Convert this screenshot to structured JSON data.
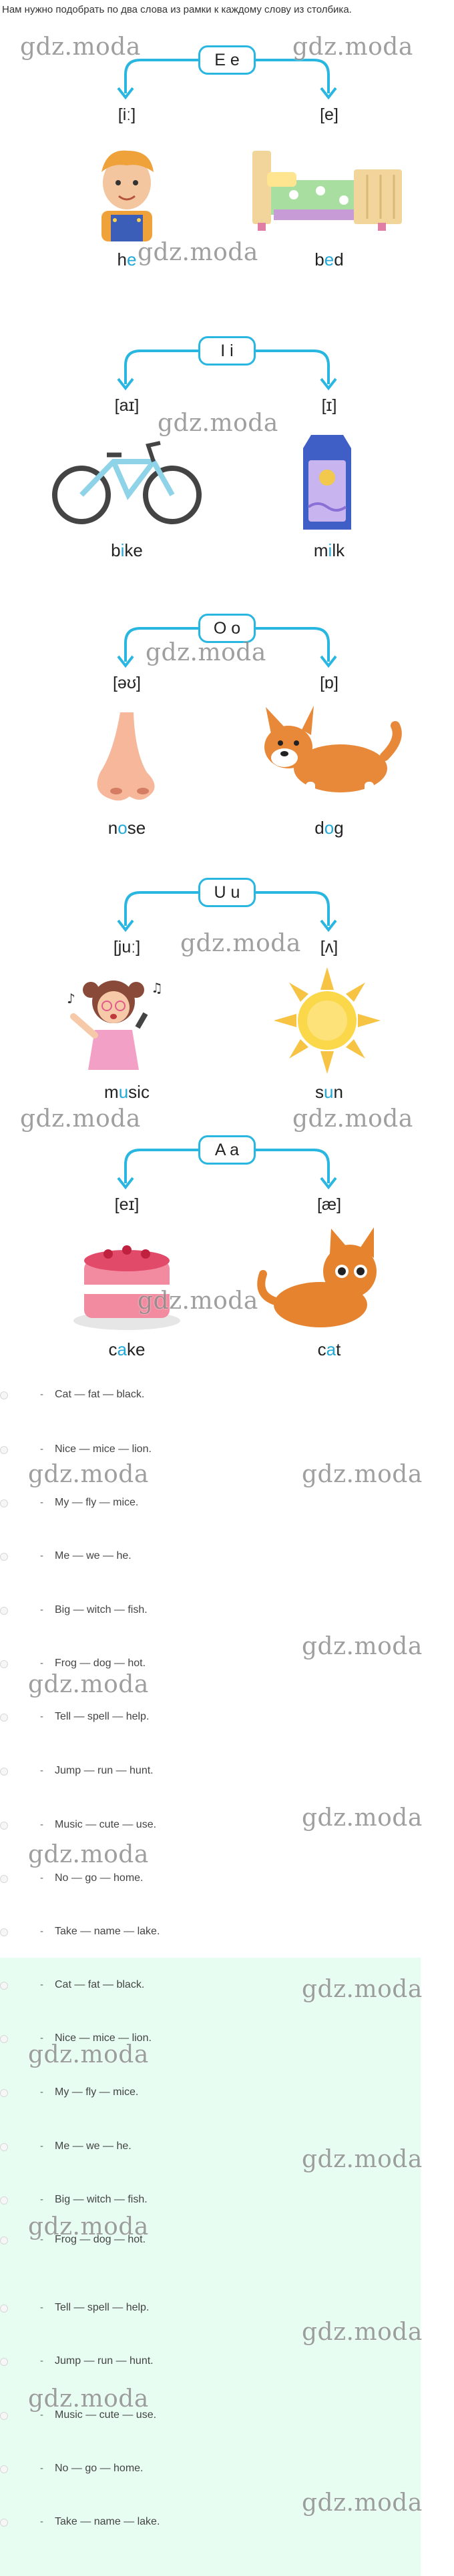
{
  "instruction": "Нам нужно подобрать по два слова из рамки к каждому слову из столбика.",
  "sections": [
    {
      "letter": "E e",
      "left": {
        "phoneme": "[iː]",
        "word_pre": "h",
        "word_hl": "e",
        "word_post": "",
        "image": "boy-icon"
      },
      "right": {
        "phoneme": "[e]",
        "word_pre": "b",
        "word_hl": "e",
        "word_post": "d",
        "image": "bed-icon"
      }
    },
    {
      "letter": "I i",
      "left": {
        "phoneme": "[aɪ]",
        "word_pre": "b",
        "word_hl": "i",
        "word_post": "ke",
        "image": "bike-icon"
      },
      "right": {
        "phoneme": "[ɪ]",
        "word_pre": "m",
        "word_hl": "i",
        "word_post": "lk",
        "image": "milk-carton-icon"
      }
    },
    {
      "letter": "O o",
      "left": {
        "phoneme": "[əʊ]",
        "word_pre": "n",
        "word_hl": "o",
        "word_post": "se",
        "image": "nose-icon"
      },
      "right": {
        "phoneme": "[ɒ]",
        "word_pre": "d",
        "word_hl": "o",
        "word_post": "g",
        "image": "dog-icon"
      }
    },
    {
      "letter": "U u",
      "left": {
        "phoneme": "[juː]",
        "word_pre": "m",
        "word_hl": "u",
        "word_post": "sic",
        "image": "singing-girl-icon"
      },
      "right": {
        "phoneme": "[ʌ]",
        "word_pre": "s",
        "word_hl": "u",
        "word_post": "n",
        "image": "sun-icon"
      }
    },
    {
      "letter": "A a",
      "left": {
        "phoneme": "[eɪ]",
        "word_pre": "c",
        "word_hl": "a",
        "word_post": "ke",
        "image": "cake-icon"
      },
      "right": {
        "phoneme": "[æ]",
        "word_pre": "c",
        "word_hl": "a",
        "word_post": "t",
        "image": "cat-icon"
      }
    }
  ],
  "answers_a": [
    "Cat — fat — black.",
    "Nice — mice — lion.",
    "My — fly — mice.",
    "Me — we — he.",
    "Big — witch — fish.",
    "Frog — dog — hot.",
    "Tell — spell — help.",
    "Jump — run — hunt.",
    "Music — cute — use.",
    "No — go — home.",
    "Take — name — lake."
  ],
  "answers_b": [
    "Cat — fat — black.",
    "Nice — mice — lion.",
    "My — fly — mice.",
    "Me — we — he.",
    "Big — witch — fish.",
    "Frog — dog — hot.",
    "Tell — spell — help.",
    "Jump — run — hunt.",
    "Music — cute — use.",
    "No — go — home.",
    "Take — name — lake."
  ],
  "bullet_char": "-",
  "watermark": "gdz.moda",
  "colors": {
    "accent": "#29b6e0",
    "highlight": "#1fa8d8",
    "answers_bg": "#e7fdf1"
  }
}
